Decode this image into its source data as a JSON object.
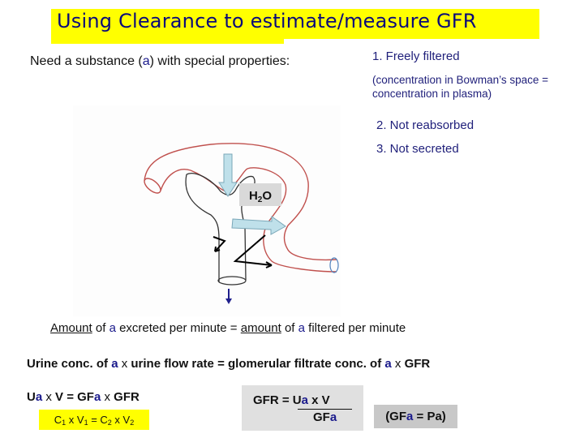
{
  "title": "Using Clearance to estimate/measure GFR",
  "intro": {
    "before": "Need a substance (",
    "var": "a",
    "after": ") with special properties:"
  },
  "properties": [
    {
      "label": "1. Freely filtered",
      "note": "(concentration in Bowman’s space = concentration in plasma)"
    },
    {
      "label": "2. Not reabsorbed"
    },
    {
      "label": "3. Not secreted"
    }
  ],
  "diagram": {
    "label_main": "H",
    "label_sub": "2",
    "label_end": "O",
    "colors": {
      "capillary": "#c0504d",
      "tubule": "#333333",
      "arrow_fill": "#bfe0ea",
      "label_bg": "#d9d9d9",
      "outflow_arrow": "#1f1f8c"
    }
  },
  "equation_words": {
    "p1": "Amount",
    "p2": " of ",
    "p3": "a",
    "p4": " excreted per minute = ",
    "p5": "amount",
    "p6": " of ",
    "p7": "a",
    "p8": " filtered per minute"
  },
  "equation_conc": {
    "p1": "Urine conc. of ",
    "p2": "a",
    "p3": "  x  ",
    "p4": "urine flow rate",
    "p5": "  = glomerular filtrate conc. of ",
    "p6": "a",
    "p7": "  x  ",
    "p8": "GFR"
  },
  "equation_symbols": {
    "p1": "U",
    "p2": "a",
    "p3": " x ",
    "p4": "V  =  GF",
    "p5": "a",
    "p6": " x ",
    "p7": "GFR"
  },
  "dilution": {
    "c1": "C",
    "s1": "1",
    "x1": " x V",
    "s2": "1",
    "eq": " = C",
    "s3": "2",
    "x2": " x V",
    "s4": "2"
  },
  "gfr_formula": {
    "lhs": "GFR = ",
    "num_u": "U",
    "num_a": "a",
    "num_rest": " x V",
    "den_gf": "GF",
    "den_a": "a"
  },
  "gfa_note": {
    "open": "(GF",
    "a": "a",
    "rest": " = Pa)"
  },
  "colors": {
    "title_bg": "#ffff00",
    "title_text": "#0a0a7a",
    "accent_blue": "#1a1a8c"
  }
}
